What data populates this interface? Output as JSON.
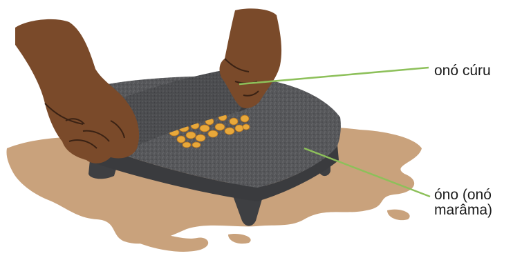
{
  "labels": {
    "pestle": "onó cúru",
    "grinding_stone_line1": "óno (onó",
    "grinding_stone_line2": "marâma)"
  },
  "colors": {
    "ground": "#c9a27c",
    "stone_dark": "#4a4b4d",
    "stone_mid": "#5c5d60",
    "skin": "#7a4a2a",
    "skin_shadow": "#3a2214",
    "corn": "#e8a83a",
    "leader_line": "#8dc05a"
  },
  "icons": {
    "illustration": "metate-grinding-stone-with-hands-and-corn"
  }
}
